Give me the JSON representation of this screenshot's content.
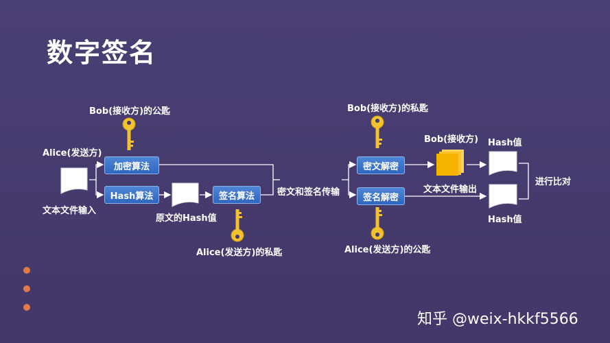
{
  "title": "数字签名",
  "labels": {
    "alice_sender": "Alice(发送方)",
    "text_input": "文本文件输入",
    "bob_public_key": "Bob(接收方)的公匙",
    "original_hash": "原文的Hash值",
    "alice_private_key": "Alice(发送方)的私匙",
    "transmission": "密文和签名传输",
    "bob_private_key": "Bob(接收方)的私匙",
    "alice_public_key": "Alice(发送方)的公匙",
    "bob_receiver": "Bob(接收方)",
    "text_output": "文本文件输出",
    "hash_value_top": "Hash值",
    "hash_value_bottom": "Hash值",
    "compare": "进行比对"
  },
  "boxes": {
    "encrypt": "加密算法",
    "hash": "Hash算法",
    "sign": "签名算法",
    "decrypt": "密文解密",
    "verify": "签名解密"
  },
  "watermark": "知乎 @weix-hkkf5566",
  "colors": {
    "background": "#463b6e",
    "box": "#3a72c9",
    "key": "#f2c230",
    "dot": "#e07a4a",
    "folder": "#f6b400"
  }
}
